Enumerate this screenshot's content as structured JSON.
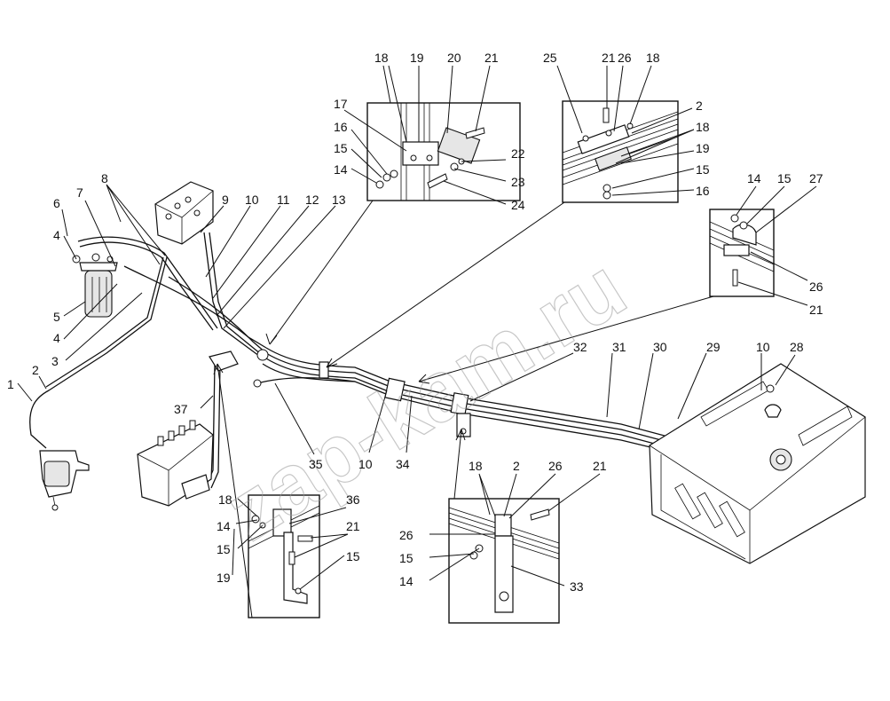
{
  "watermark": "zap-kam.ru",
  "callouts": [
    {
      "id": "c1",
      "text": "1"
    },
    {
      "id": "c2",
      "text": "2"
    },
    {
      "id": "c3",
      "text": "3"
    },
    {
      "id": "c4a",
      "text": "4"
    },
    {
      "id": "c4b",
      "text": "4"
    },
    {
      "id": "c5",
      "text": "5"
    },
    {
      "id": "c6",
      "text": "6"
    },
    {
      "id": "c7",
      "text": "7"
    },
    {
      "id": "c8",
      "text": "8"
    },
    {
      "id": "c9",
      "text": "9"
    },
    {
      "id": "c10a",
      "text": "10"
    },
    {
      "id": "c11",
      "text": "11"
    },
    {
      "id": "c12",
      "text": "12"
    },
    {
      "id": "c13",
      "text": "13"
    },
    {
      "id": "c35",
      "text": "35"
    },
    {
      "id": "c10b",
      "text": "10"
    },
    {
      "id": "c34",
      "text": "34"
    },
    {
      "id": "c37",
      "text": "37"
    },
    {
      "id": "c32",
      "text": "32"
    },
    {
      "id": "c31",
      "text": "31"
    },
    {
      "id": "c30",
      "text": "30"
    },
    {
      "id": "c29",
      "text": "29"
    },
    {
      "id": "c10c",
      "text": "10"
    },
    {
      "id": "c28",
      "text": "28"
    },
    {
      "id": "d1_18",
      "text": "18"
    },
    {
      "id": "d1_19",
      "text": "19"
    },
    {
      "id": "d1_20",
      "text": "20"
    },
    {
      "id": "d1_21",
      "text": "21"
    },
    {
      "id": "d1_17",
      "text": "17"
    },
    {
      "id": "d1_16",
      "text": "16"
    },
    {
      "id": "d1_15",
      "text": "15"
    },
    {
      "id": "d1_14",
      "text": "14"
    },
    {
      "id": "d1_22",
      "text": "22"
    },
    {
      "id": "d1_23",
      "text": "23"
    },
    {
      "id": "d1_24",
      "text": "24"
    },
    {
      "id": "d2_25",
      "text": "25"
    },
    {
      "id": "d2_21",
      "text": "21"
    },
    {
      "id": "d2_26",
      "text": "26"
    },
    {
      "id": "d2_18a",
      "text": "18"
    },
    {
      "id": "d2_2",
      "text": "2"
    },
    {
      "id": "d2_18b",
      "text": "18"
    },
    {
      "id": "d2_19",
      "text": "19"
    },
    {
      "id": "d2_15",
      "text": "15"
    },
    {
      "id": "d2_16",
      "text": "16"
    },
    {
      "id": "d3_14",
      "text": "14"
    },
    {
      "id": "d3_15",
      "text": "15"
    },
    {
      "id": "d3_27",
      "text": "27"
    },
    {
      "id": "d3_26",
      "text": "26"
    },
    {
      "id": "d3_21",
      "text": "21"
    },
    {
      "id": "d4_18",
      "text": "18"
    },
    {
      "id": "d4_36",
      "text": "36"
    },
    {
      "id": "d4_14",
      "text": "14"
    },
    {
      "id": "d4_15a",
      "text": "15"
    },
    {
      "id": "d4_21",
      "text": "21"
    },
    {
      "id": "d4_15b",
      "text": "15"
    },
    {
      "id": "d4_19",
      "text": "19"
    },
    {
      "id": "d5_18",
      "text": "18"
    },
    {
      "id": "d5_2",
      "text": "2"
    },
    {
      "id": "d5_26a",
      "text": "26"
    },
    {
      "id": "d5_21",
      "text": "21"
    },
    {
      "id": "d5_26b",
      "text": "26"
    },
    {
      "id": "d5_15",
      "text": "15"
    },
    {
      "id": "d5_14",
      "text": "14"
    },
    {
      "id": "d5_33",
      "text": "33"
    }
  ]
}
